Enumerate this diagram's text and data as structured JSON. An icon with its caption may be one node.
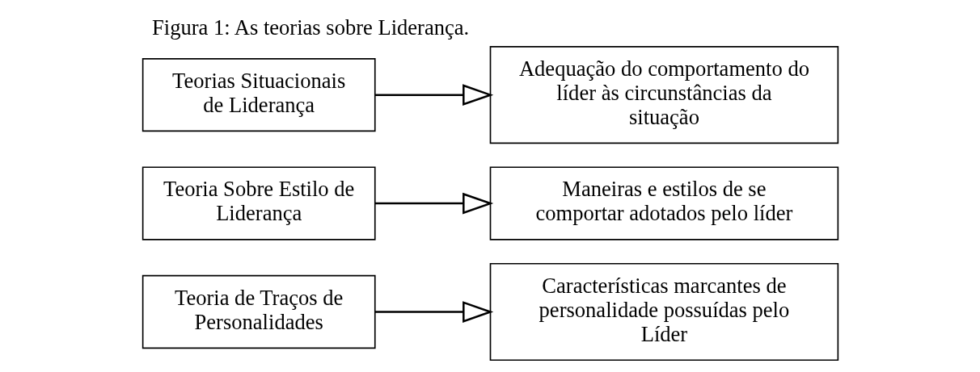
{
  "diagram": {
    "title": "Figura 1: As teorias sobre Liderança.",
    "nodes": [
      {
        "text": [
          "Teoria de Traços de Personalidades"
        ]
      },
      {
        "text": [
          "Teoria Sobre Estilo de Liderança"
        ]
      },
      {
        "text": [
          "Teorias Situacionais de Liderança"
        ]
      },
      {
        "text": [
          "Características marcantes de personalidade possuídas pelo Líder"
        ]
      },
      {
        "text": [
          "Maneiras e estilos de se comportar adotados pelo líder"
        ]
      },
      {
        "text": [
          "Adequação do comportamento do líder às circunstâncias da situação"
        ]
      }
    ],
    "edges": [
      {
        "from": 0,
        "to": 3,
        "arrow": "to"
      },
      {
        "from": 1,
        "to": 4,
        "arrow": "to"
      },
      {
        "from": 2,
        "to": 5,
        "arrow": "to"
      }
    ]
  }
}
